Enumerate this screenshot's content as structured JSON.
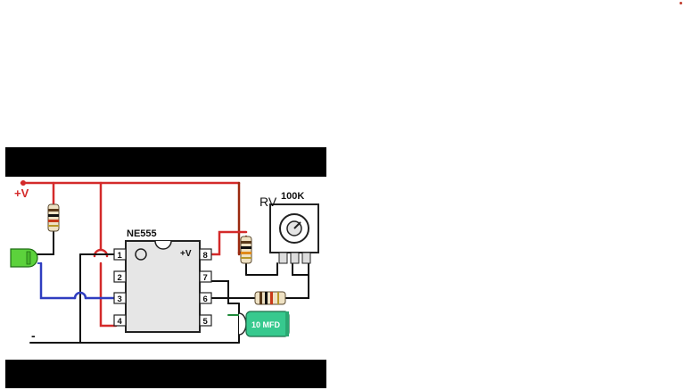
{
  "colors": {
    "background": "#ffffff",
    "letterbox": "#000000",
    "wire_red": "#d42a2a",
    "wire_blue": "#2f3dc0",
    "wire_green": "#1f8a3a",
    "wire_black": "#111111",
    "wire_brown": "#9a2a10",
    "ic_body": "#e6e6e6",
    "led": "#5cd23c",
    "capacitor": "#37c98e",
    "positive_label": "#d42a2a"
  },
  "diagram": {
    "supply_positive": "+V",
    "supply_negative": "-",
    "ic": {
      "name": "NE555",
      "vcc_label": "+V",
      "pins_left": [
        "1",
        "2",
        "3",
        "4"
      ],
      "pins_right": [
        "8",
        "7",
        "6",
        "5"
      ]
    },
    "potentiometer": {
      "designator": "RV",
      "value": "100K"
    },
    "capacitor": {
      "value": "10 MFD"
    },
    "icons": [
      "led-icon",
      "resistor-icon",
      "potentiometer-icon",
      "capacitor-icon",
      "ic-chip-icon"
    ]
  }
}
